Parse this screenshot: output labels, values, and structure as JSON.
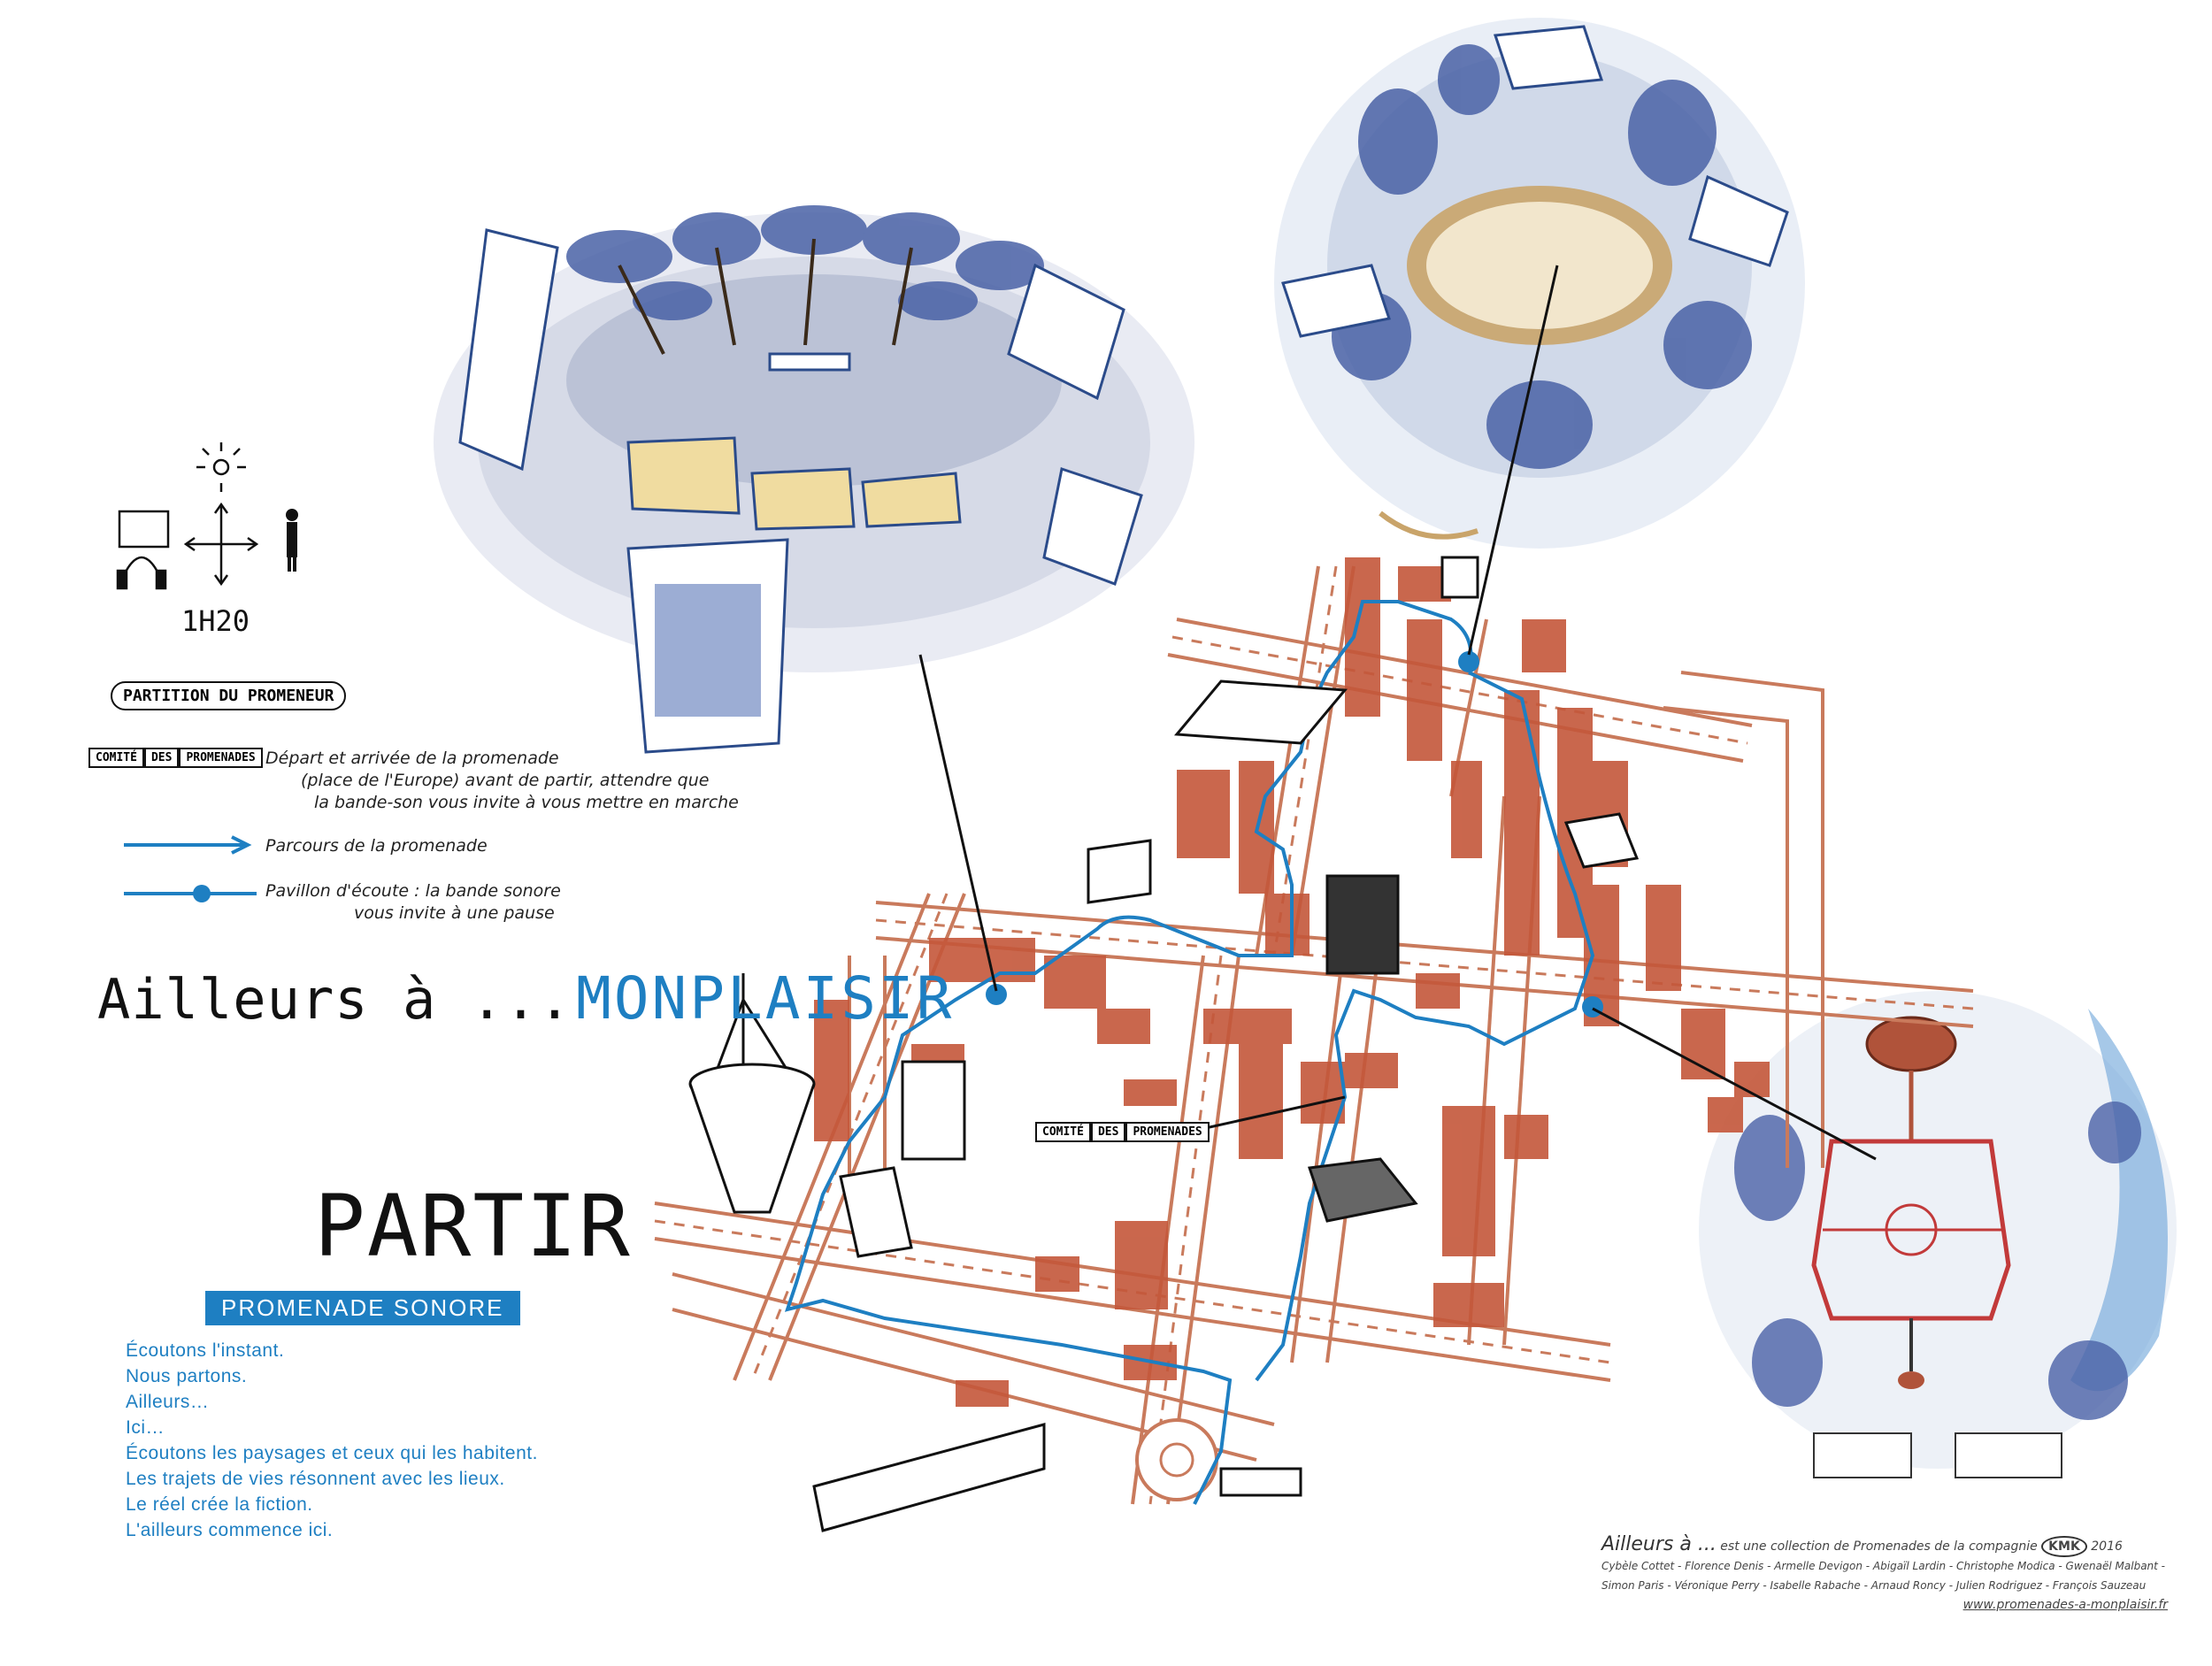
{
  "map_title": {
    "part1": "Ailleurs à ...",
    "part2": "MONPLAISIR"
  },
  "duration": "1H20",
  "partir": "PARTIR",
  "badge": "PROMENADE SONORE",
  "poem_lines": [
    "Écoutons l'instant.",
    "Nous partons.",
    "Ailleurs…",
    "Ici…",
    "Écoutons les paysages et ceux qui les habitent.",
    "Les trajets de vies résonnent avec les lieux.",
    "Le réel crée la fiction.",
    "L'ailleurs commence ici."
  ],
  "legend": {
    "heading": "PARTITION DU PROMENEUR",
    "start_label_words": [
      "COMITÉ",
      "DES",
      "PROMENADES"
    ],
    "start_text_lines": [
      "Départ et arrivée de la promenade",
      "(place de l'Europe) avant de partir, attendre que",
      "la bande-son vous invite à vous mettre en marche"
    ],
    "route_text": "Parcours de la promenade",
    "pavilion_text_lines": [
      "Pavillon d'écoute : la bande sonore",
      "vous invite à une pause"
    ]
  },
  "map_labels": {
    "comite": [
      "COMITÉ",
      "DES",
      "PROMENADES"
    ]
  },
  "credits": {
    "line1_title": "Ailleurs à ...",
    "line1_rest": "est une collection de Promenades de la compagnie",
    "logo": "KMK",
    "year": "2016",
    "names1": "Cybèle Cottet - Florence Denis - Armelle Devigon - Abigaïl Lardin - Christophe Modica - Gwenaël Malbant -",
    "names2": "Simon Paris - Véronique Perry - Isabelle Rabache - Arnaud Roncy - Julien Rodriguez - François Sauzeau",
    "url": "www.promenades-a-monplaisir.fr"
  },
  "colors": {
    "street": "#c97a5c",
    "building": "#c4573a",
    "route": "#1e7fc2",
    "watercolor": "#5a77b8"
  }
}
